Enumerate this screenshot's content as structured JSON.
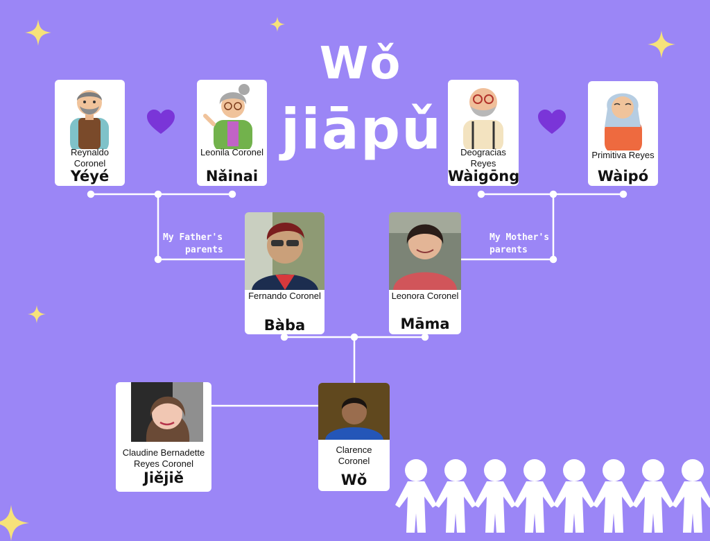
{
  "title": {
    "line1": "Wǒ",
    "line2": "jiāpǔ"
  },
  "colors": {
    "background": "#9b86f6",
    "heart": "#7a35d8",
    "star": "#f6e27a",
    "line": "#ffffff"
  },
  "people": {
    "paternal_grandfather": {
      "name": "Reynaldo Coronel",
      "role": "Yéyé"
    },
    "paternal_grandmother": {
      "name": "Leonila Coronel",
      "role": "Nǎinai"
    },
    "maternal_grandfather": {
      "name": "Deogracias Reyes",
      "role": "Wàigōng"
    },
    "maternal_grandmother": {
      "name": "Primitiva Reyes",
      "role": "Wàipó"
    },
    "father": {
      "name": "Fernando Coronel",
      "role": "Bàba"
    },
    "mother": {
      "name": "Leonora Coronel",
      "role": "Māma"
    },
    "sister": {
      "name": "Claudine Bernadette Reyes Coronel",
      "role": "Jiějiě"
    },
    "self": {
      "name": "Clarence Coronel",
      "role": "Wǒ"
    }
  },
  "labels": {
    "fathers_parents_l1": "My Father's",
    "fathers_parents_l2": "parents",
    "mothers_parents_l1": "My Mother's",
    "mothers_parents_l2": "parents"
  },
  "icons": [
    "heart-icon",
    "sparkle-star-icon",
    "paper-people-chain"
  ]
}
